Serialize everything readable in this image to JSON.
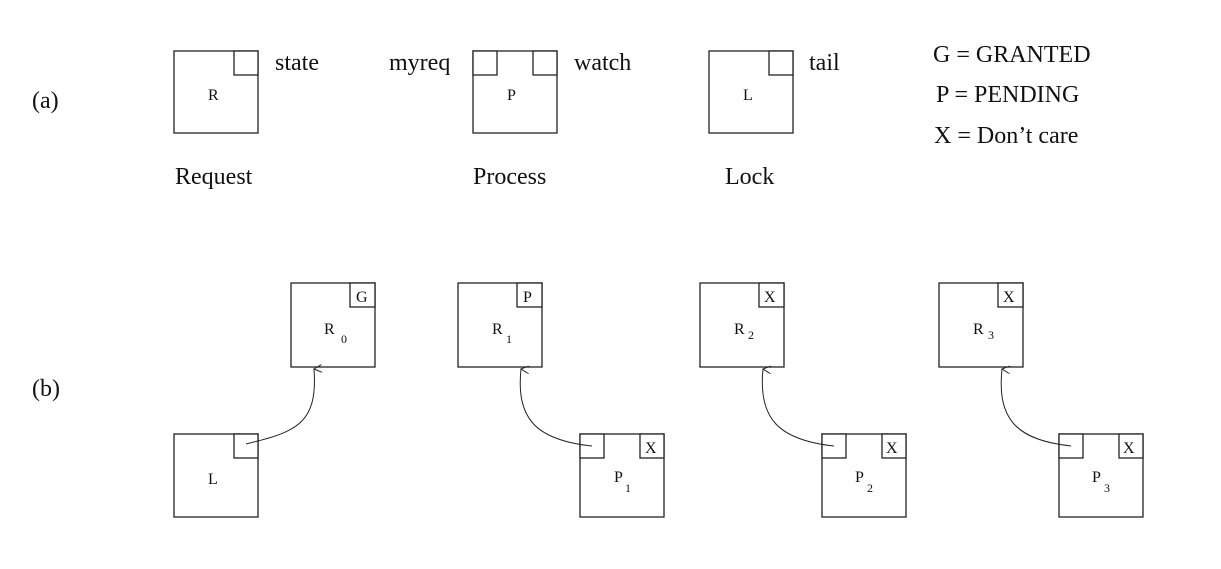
{
  "part_a": {
    "label": "(a)",
    "request": {
      "box_letter": "R",
      "field_label": "state",
      "caption": "Request"
    },
    "process": {
      "box_letter": "P",
      "left_field_label": "myreq",
      "right_field_label": "watch",
      "caption": "Process"
    },
    "lock": {
      "box_letter": "L",
      "field_label": "tail",
      "caption": "Lock"
    },
    "legend": [
      "G = GRANTED",
      "P = PENDING",
      "X = Don’t care"
    ]
  },
  "part_b": {
    "label": "(b)",
    "requests": [
      {
        "letter": "R",
        "sub": "0",
        "state": "G"
      },
      {
        "letter": "R",
        "sub": "1",
        "state": "P"
      },
      {
        "letter": "R",
        "sub": "2",
        "state": "X"
      },
      {
        "letter": "R",
        "sub": "3",
        "state": "X"
      }
    ],
    "lock": {
      "letter": "L"
    },
    "processes": [
      {
        "letter": "P",
        "sub": "1",
        "watch": "X"
      },
      {
        "letter": "P",
        "sub": "2",
        "watch": "X"
      },
      {
        "letter": "P",
        "sub": "3",
        "watch": "X"
      }
    ]
  }
}
